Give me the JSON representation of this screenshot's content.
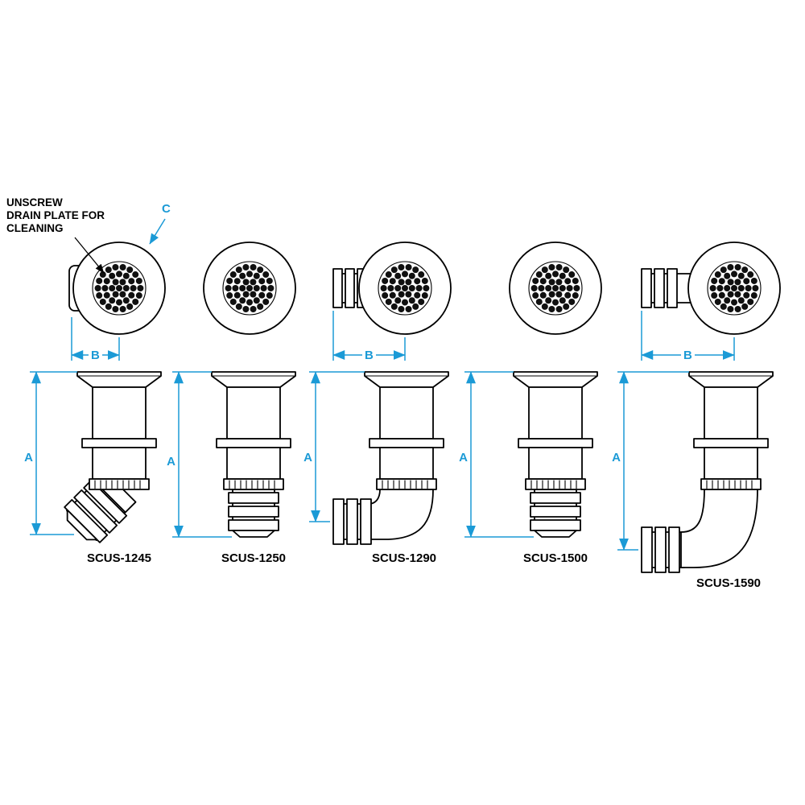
{
  "diagram": {
    "note": {
      "lines": [
        "UNSCREW",
        "DRAIN PLATE FOR",
        "CLEANING"
      ]
    },
    "dimension_labels": {
      "a": "A",
      "b": "B",
      "c": "C"
    },
    "colors": {
      "line": "#000000",
      "dimension": "#1b9ad6"
    },
    "products": [
      {
        "model": "SCUS-1245"
      },
      {
        "model": "SCUS-1250"
      },
      {
        "model": "SCUS-1290"
      },
      {
        "model": "SCUS-1500"
      },
      {
        "model": "SCUS-1590"
      }
    ]
  }
}
